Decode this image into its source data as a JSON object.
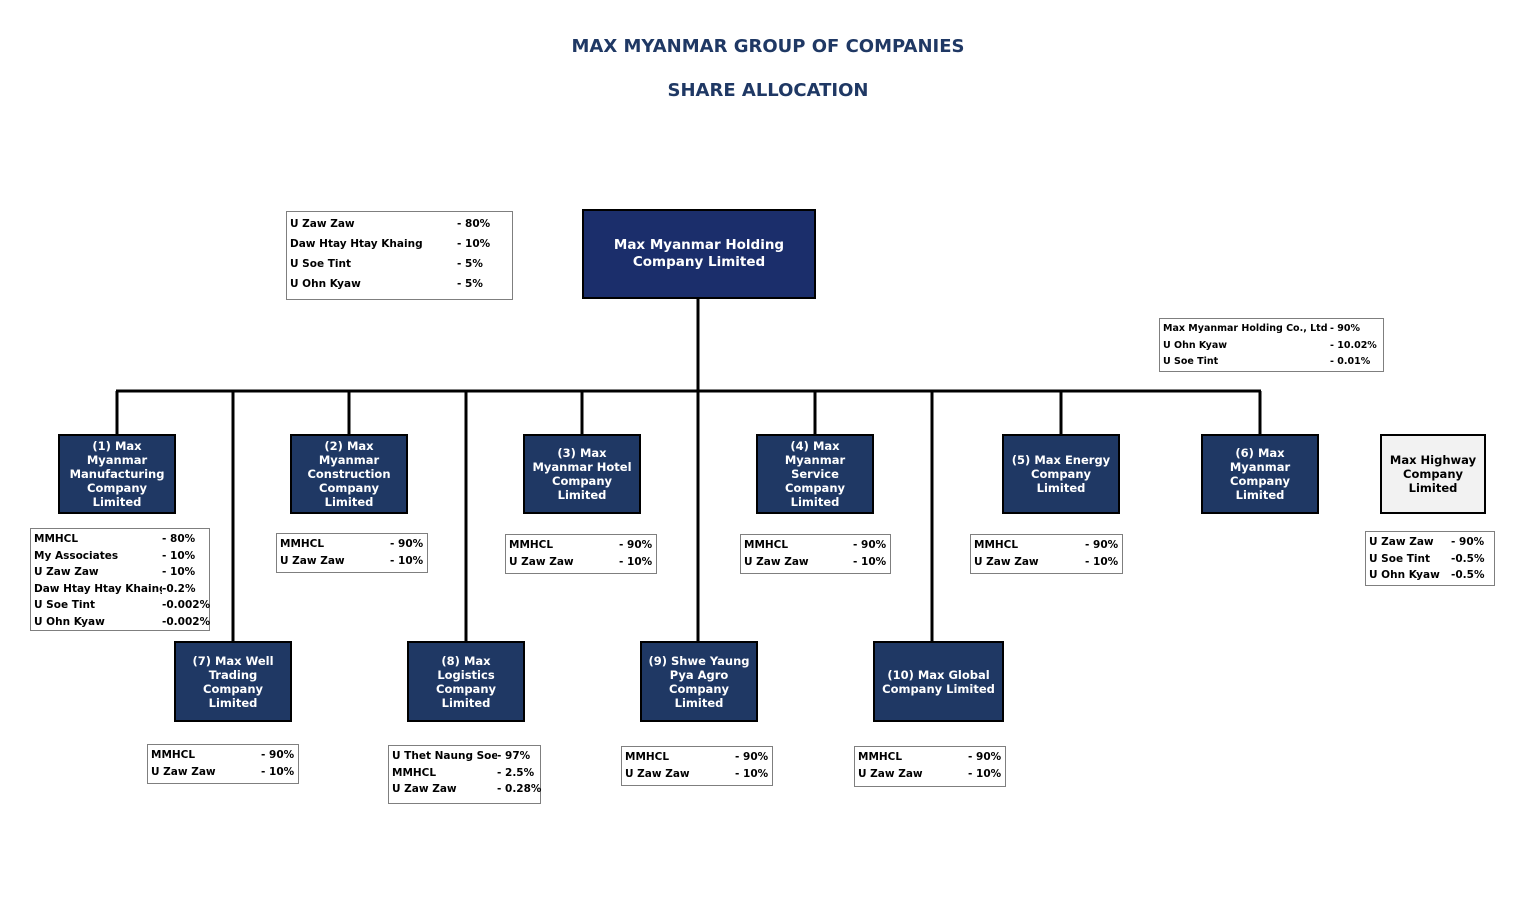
{
  "title": "MAX MYANMAR GROUP OF COMPANIES",
  "subtitle": "SHARE ALLOCATION",
  "colors": {
    "title": "#1f3864",
    "company_box": "#1f3864",
    "highway_box": "#f2f2f2"
  },
  "holding": {
    "name": "Max Myanmar Holding Company Limited",
    "shareholders": [
      {
        "name": "U Zaw Zaw",
        "pct": "- 80%"
      },
      {
        "name": "Daw Htay Htay Khaing",
        "pct": "- 10%"
      },
      {
        "name": "U Soe Tint",
        "pct": "- 5%"
      },
      {
        "name": "U Ohn Kyaw",
        "pct": "- 5%"
      }
    ]
  },
  "companies": [
    {
      "id": "c1",
      "name": "(1) Max Myanmar Manufacturing Company Limited",
      "shareholders": [
        {
          "name": "MMHCL",
          "pct": "- 80%"
        },
        {
          "name": "My Associates",
          "pct": "- 10%"
        },
        {
          "name": "U Zaw Zaw",
          "pct": "- 10%"
        },
        {
          "name": "Daw Htay Htay Khaing",
          "pct": "-0.2%"
        },
        {
          "name": "U Soe Tint",
          "pct": "-0.002%"
        },
        {
          "name": "U Ohn Kyaw",
          "pct": "-0.002%"
        }
      ]
    },
    {
      "id": "c2",
      "name": "(2) Max Myanmar Construction Company Limited",
      "shareholders": [
        {
          "name": "MMHCL",
          "pct": "- 90%"
        },
        {
          "name": "U Zaw Zaw",
          "pct": "- 10%"
        }
      ]
    },
    {
      "id": "c3",
      "name": "(3) Max Myanmar Hotel Company Limited",
      "shareholders": [
        {
          "name": "MMHCL",
          "pct": "- 90%"
        },
        {
          "name": "U Zaw Zaw",
          "pct": "- 10%"
        }
      ]
    },
    {
      "id": "c4",
      "name": "(4) Max Myanmar Service Company Limited",
      "shareholders": [
        {
          "name": "MMHCL",
          "pct": "- 90%"
        },
        {
          "name": "U Zaw Zaw",
          "pct": "- 10%"
        }
      ]
    },
    {
      "id": "c5",
      "name": "(5) Max Energy Company Limited",
      "shareholders": [
        {
          "name": "MMHCL",
          "pct": "- 90%"
        },
        {
          "name": "U Zaw Zaw",
          "pct": "- 10%"
        }
      ]
    },
    {
      "id": "c6",
      "name": "(6) Max Myanmar Company Limited",
      "shareholders": [
        {
          "name": "Max Myanmar Holding Co., Ltd",
          "pct": "- 90%"
        },
        {
          "name": "U Ohn Kyaw",
          "pct": "- 10.02%"
        },
        {
          "name": "U Soe Tint",
          "pct": "- 0.01%"
        }
      ]
    },
    {
      "id": "c7",
      "name": "(7) Max Well Trading Company Limited",
      "shareholders": [
        {
          "name": "MMHCL",
          "pct": "- 90%"
        },
        {
          "name": "U Zaw Zaw",
          "pct": "- 10%"
        }
      ]
    },
    {
      "id": "c8",
      "name": "(8) Max Logistics Company Limited",
      "shareholders": [
        {
          "name": "U Thet Naung Soe",
          "pct": "- 97%"
        },
        {
          "name": "MMHCL",
          "pct": "- 2.5%"
        },
        {
          "name": "U Zaw Zaw",
          "pct": "- 0.28%"
        }
      ]
    },
    {
      "id": "c9",
      "name": "(9) Shwe Yaung Pya Agro Company Limited",
      "shareholders": [
        {
          "name": "MMHCL",
          "pct": "- 90%"
        },
        {
          "name": "U Zaw Zaw",
          "pct": "- 10%"
        }
      ]
    },
    {
      "id": "c10",
      "name": "(10) Max Global Company Limited",
      "shareholders": [
        {
          "name": "MMHCL",
          "pct": "- 90%"
        },
        {
          "name": "U Zaw Zaw",
          "pct": "- 10%"
        }
      ]
    },
    {
      "id": "hw",
      "name": "Max Highway Company Limited",
      "shareholders": [
        {
          "name": "U Zaw Zaw",
          "pct": "- 90%"
        },
        {
          "name": "U Soe Tint",
          "pct": "-0.5%"
        },
        {
          "name": "U Ohn Kyaw",
          "pct": "-0.5%"
        }
      ]
    }
  ]
}
